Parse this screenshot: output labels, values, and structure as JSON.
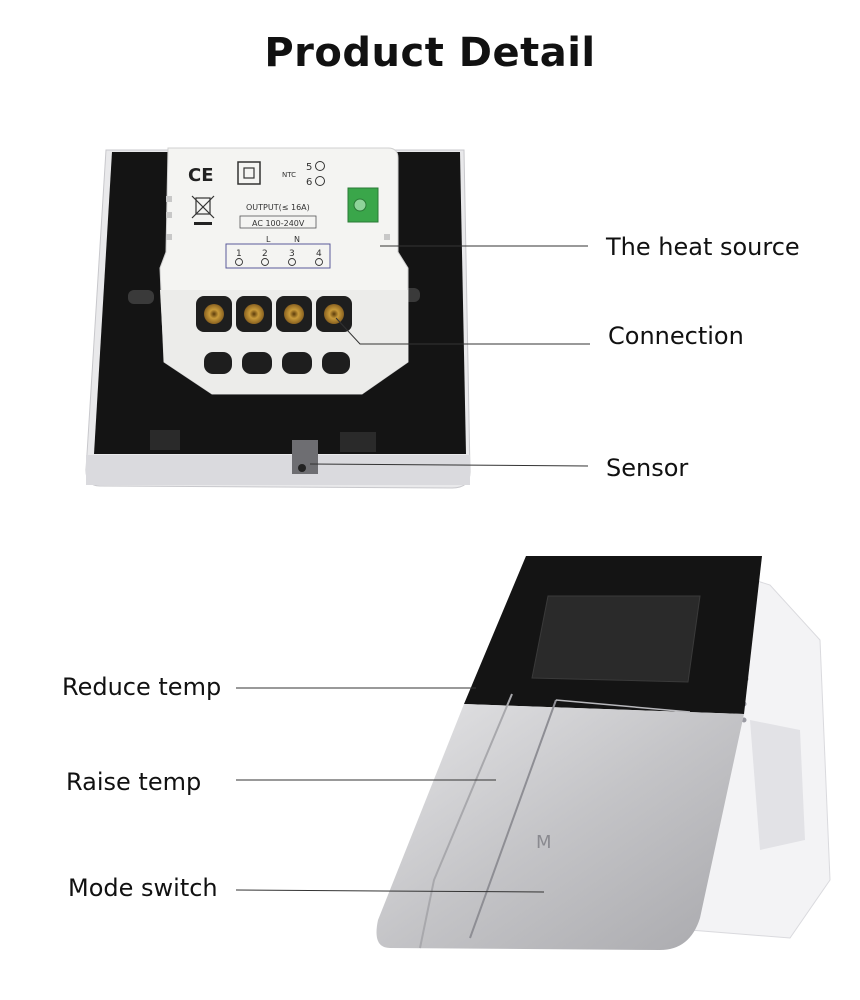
{
  "title": "Product Detail",
  "back_view": {
    "labels": {
      "heat_source": "The heat source",
      "connection": "Connection",
      "sensor": "Sensor"
    },
    "module_marks": {
      "ce": "CE",
      "ntc": "NTC",
      "ntc_pin_5": "5",
      "ntc_pin_6": "6",
      "output": "OUTPUT(≤ 16A)",
      "ac": "AC 100-240V",
      "l": "L",
      "n": "N",
      "pin_1": "1",
      "pin_2": "2",
      "pin_3": "3",
      "pin_4": "4"
    }
  },
  "front_view": {
    "labels": {
      "reduce_temp": "Reduce temp",
      "raise_temp": "Raise temp",
      "mode_switch": "Mode switch"
    },
    "button_mark": "M"
  },
  "colors": {
    "panel_black": "#141414",
    "module_white": "#f4f4f2",
    "brass": "#c89a3a",
    "terminal_green": "#3aa64a",
    "silver": "#c9c9cb",
    "text": "#111111"
  }
}
